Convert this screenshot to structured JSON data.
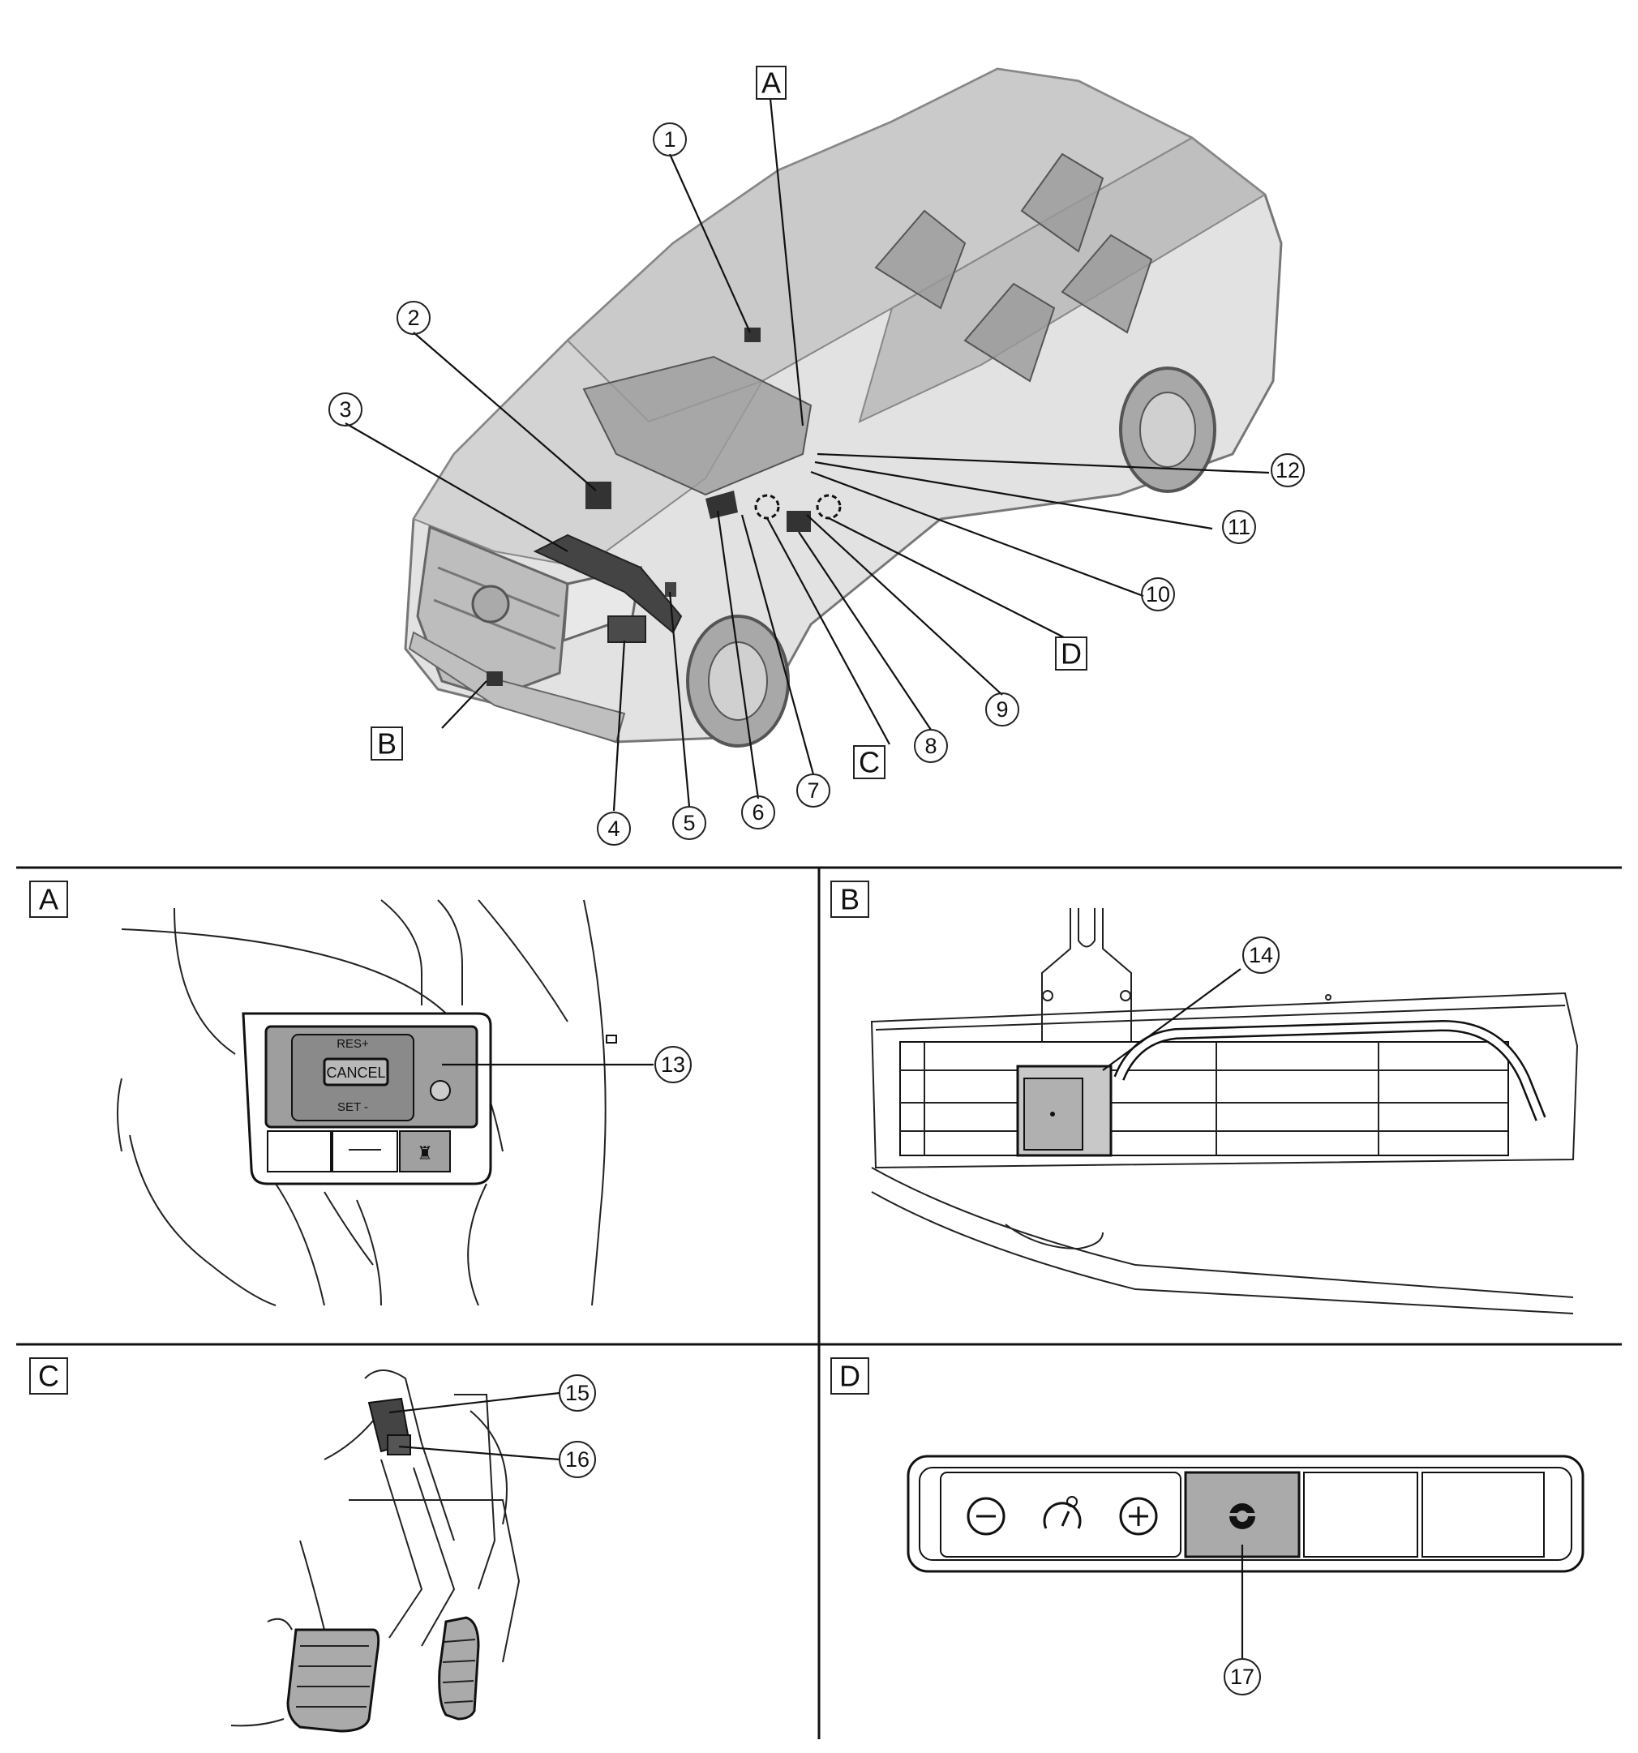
{
  "main_view": {
    "view_labels": [
      "A",
      "B",
      "C",
      "D"
    ],
    "callouts": [
      "1",
      "2",
      "3",
      "4",
      "5",
      "6",
      "7",
      "8",
      "9",
      "10",
      "11",
      "12"
    ]
  },
  "panels": [
    {
      "label": "A",
      "callouts": [
        "13"
      ],
      "switch_text": {
        "top": "RES+",
        "center": "CANCEL",
        "bottom": "SET -"
      }
    },
    {
      "label": "B",
      "callouts": [
        "14"
      ]
    },
    {
      "label": "C",
      "callouts": [
        "15",
        "16"
      ]
    },
    {
      "label": "D",
      "callouts": [
        "17"
      ],
      "icons": [
        "minus-icon",
        "cruise-speed-icon",
        "plus-icon",
        "steering-assist-icon"
      ]
    }
  ],
  "colors": {
    "line": "#111111",
    "panel_gray": "#aaaaaa",
    "body_gray": "#d8d8d8"
  }
}
